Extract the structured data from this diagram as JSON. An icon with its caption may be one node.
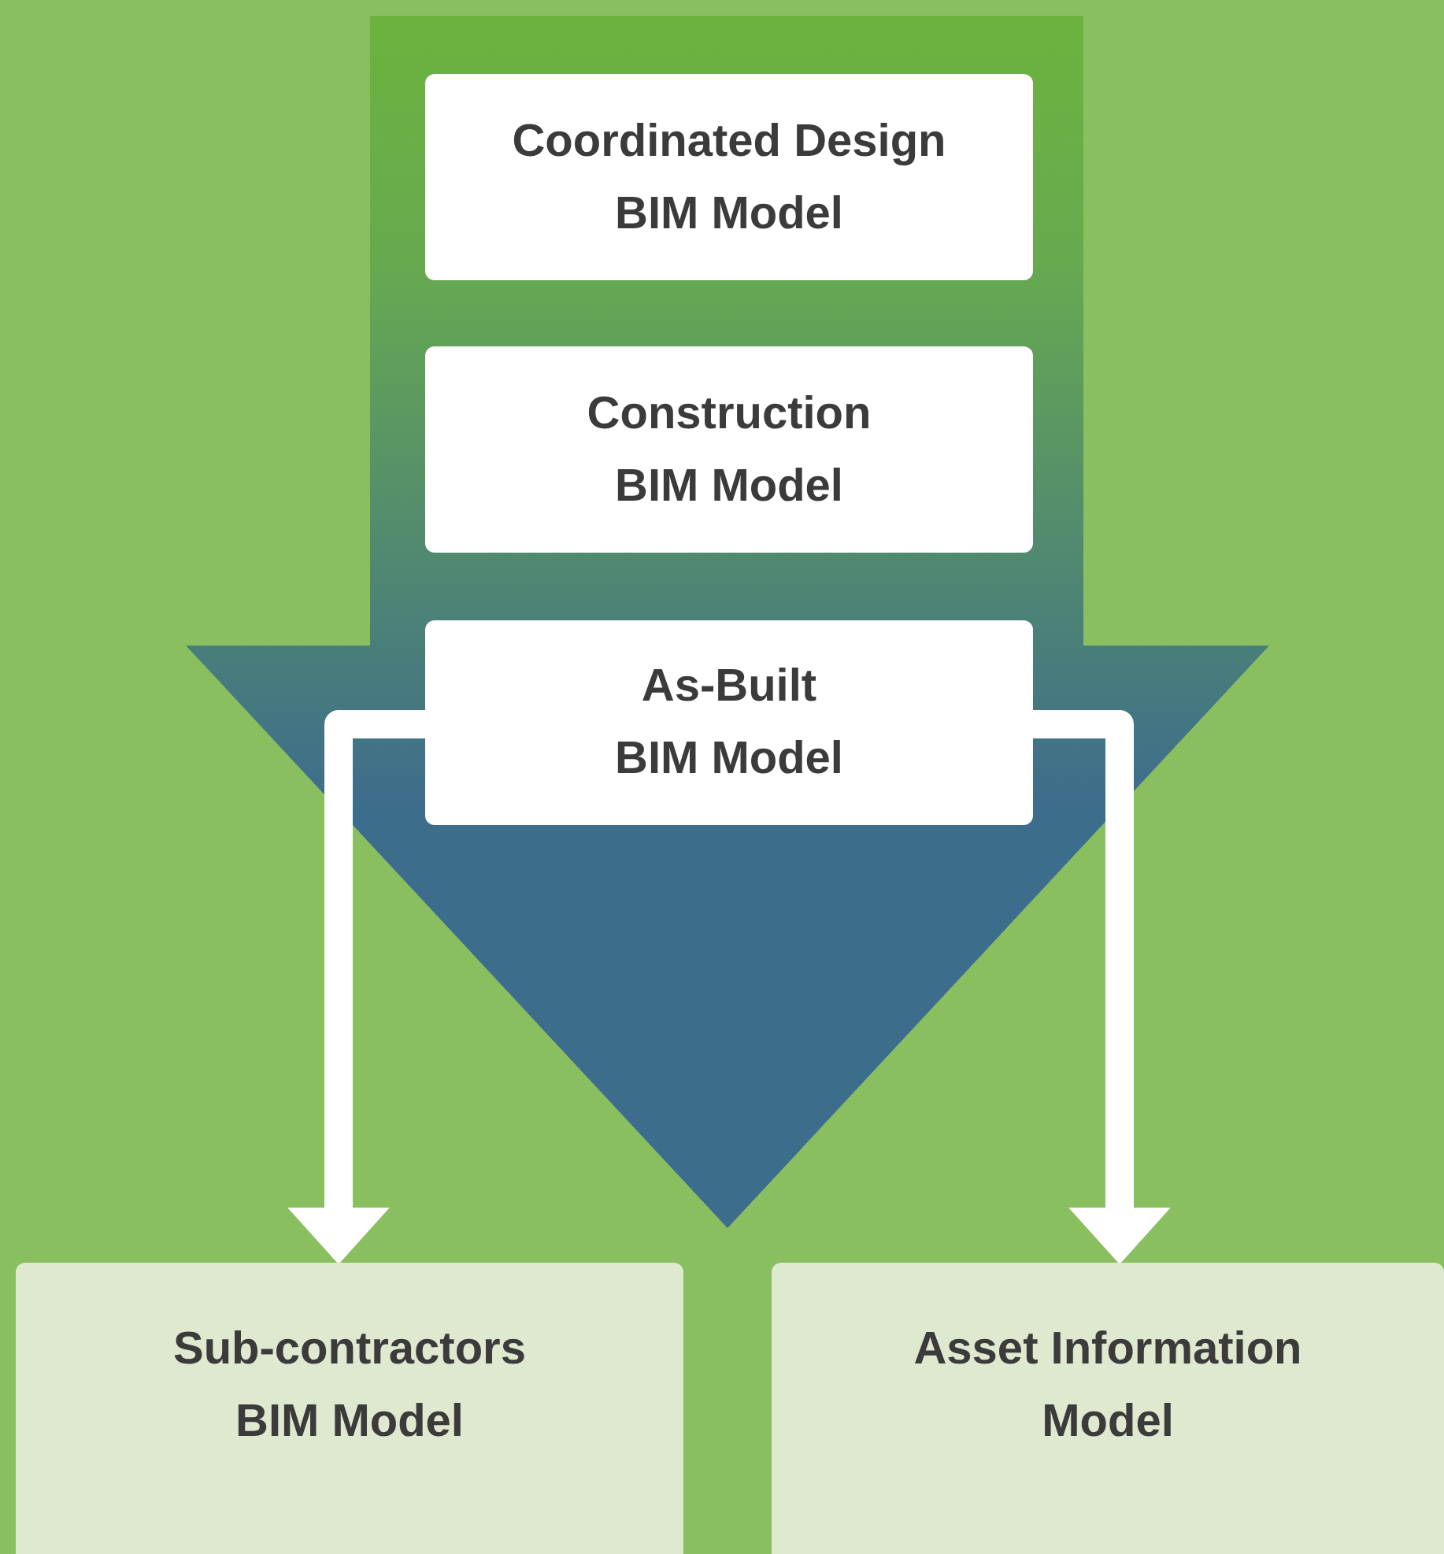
{
  "diagram": {
    "nodes": [
      {
        "text": [
          "Coordinated Design BIM Model"
        ]
      },
      {
        "text": [
          "Construction BIM Model"
        ]
      },
      {
        "text": [
          "As-Built BIM Model"
        ]
      },
      {
        "text": [
          "Sub-contractors BIM Model"
        ]
      },
      {
        "text": [
          "Asset Information Model"
        ]
      }
    ],
    "edges": [
      {
        "from": 2,
        "to": 3,
        "arrow": "to"
      },
      {
        "from": 2,
        "to": 4,
        "arrow": "to"
      }
    ]
  }
}
